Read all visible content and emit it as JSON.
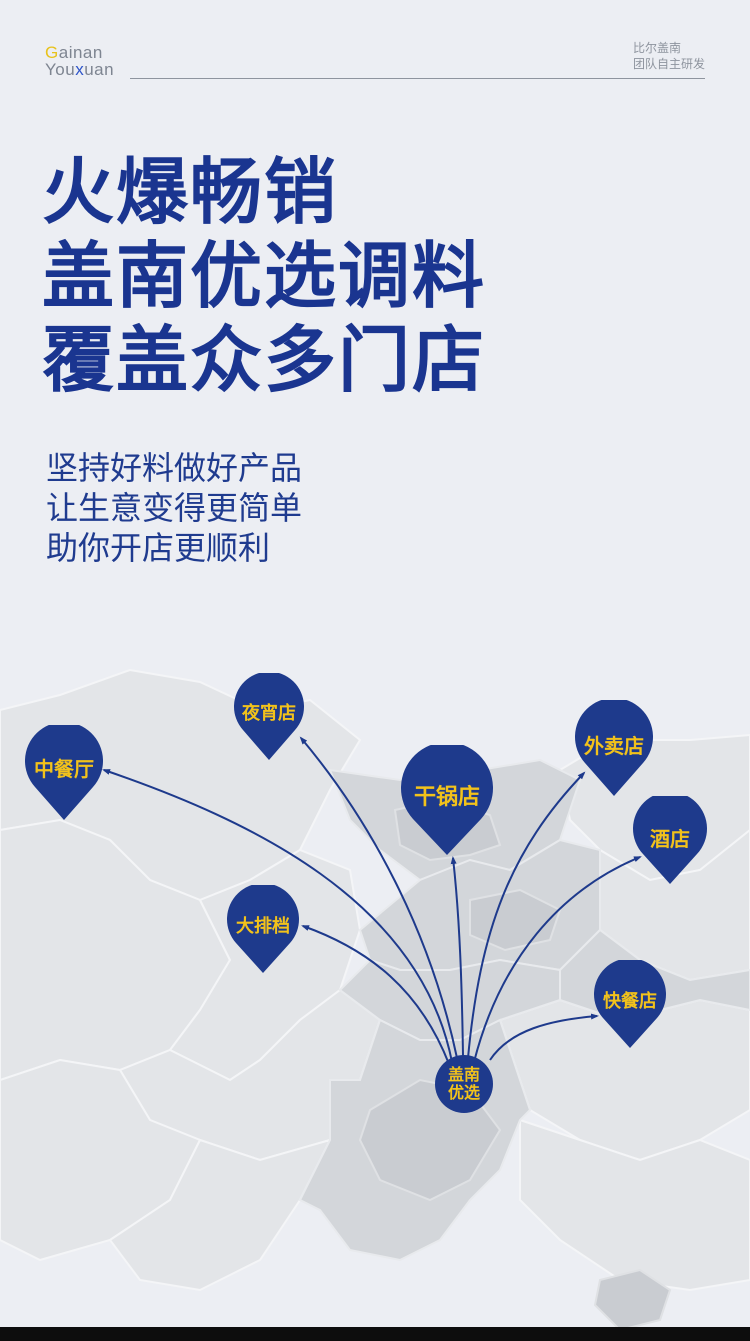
{
  "brand": {
    "logo_line1_first": "G",
    "logo_line1_rest": "ainan",
    "logo_line2_a": "You",
    "logo_line2_b": "x",
    "logo_line2_c": "uan",
    "tagline_line1": "比尔盖南",
    "tagline_line2": "团队自主研发"
  },
  "headline": {
    "line1": "火爆畅销",
    "line2": "盖南优选调料",
    "line3": "覆盖众多门店"
  },
  "subtext": {
    "line1": "坚持好料做好产品",
    "line2": "让生意变得更简单",
    "line3": "助你开店更顺利"
  },
  "map": {
    "center": {
      "line1": "盖南",
      "line2": "优选"
    },
    "stores": [
      {
        "id": "zhongcanting",
        "label": "中餐厅"
      },
      {
        "id": "yexiaodian",
        "label": "夜宵店"
      },
      {
        "id": "ganguodian",
        "label": "干锅店"
      },
      {
        "id": "waimaidian",
        "label": "外卖店"
      },
      {
        "id": "jiudian",
        "label": "酒店"
      },
      {
        "id": "dapaidang",
        "label": "大排档"
      },
      {
        "id": "kuaicandian",
        "label": "快餐店"
      }
    ]
  },
  "colors": {
    "background": "#eceef3",
    "brand_blue": "#1a3590",
    "pin_blue": "#1e3a8c",
    "pin_text": "#f2c21b",
    "map_region_dark": "#d6d8dc",
    "map_region_light": "#e4e6e9"
  }
}
